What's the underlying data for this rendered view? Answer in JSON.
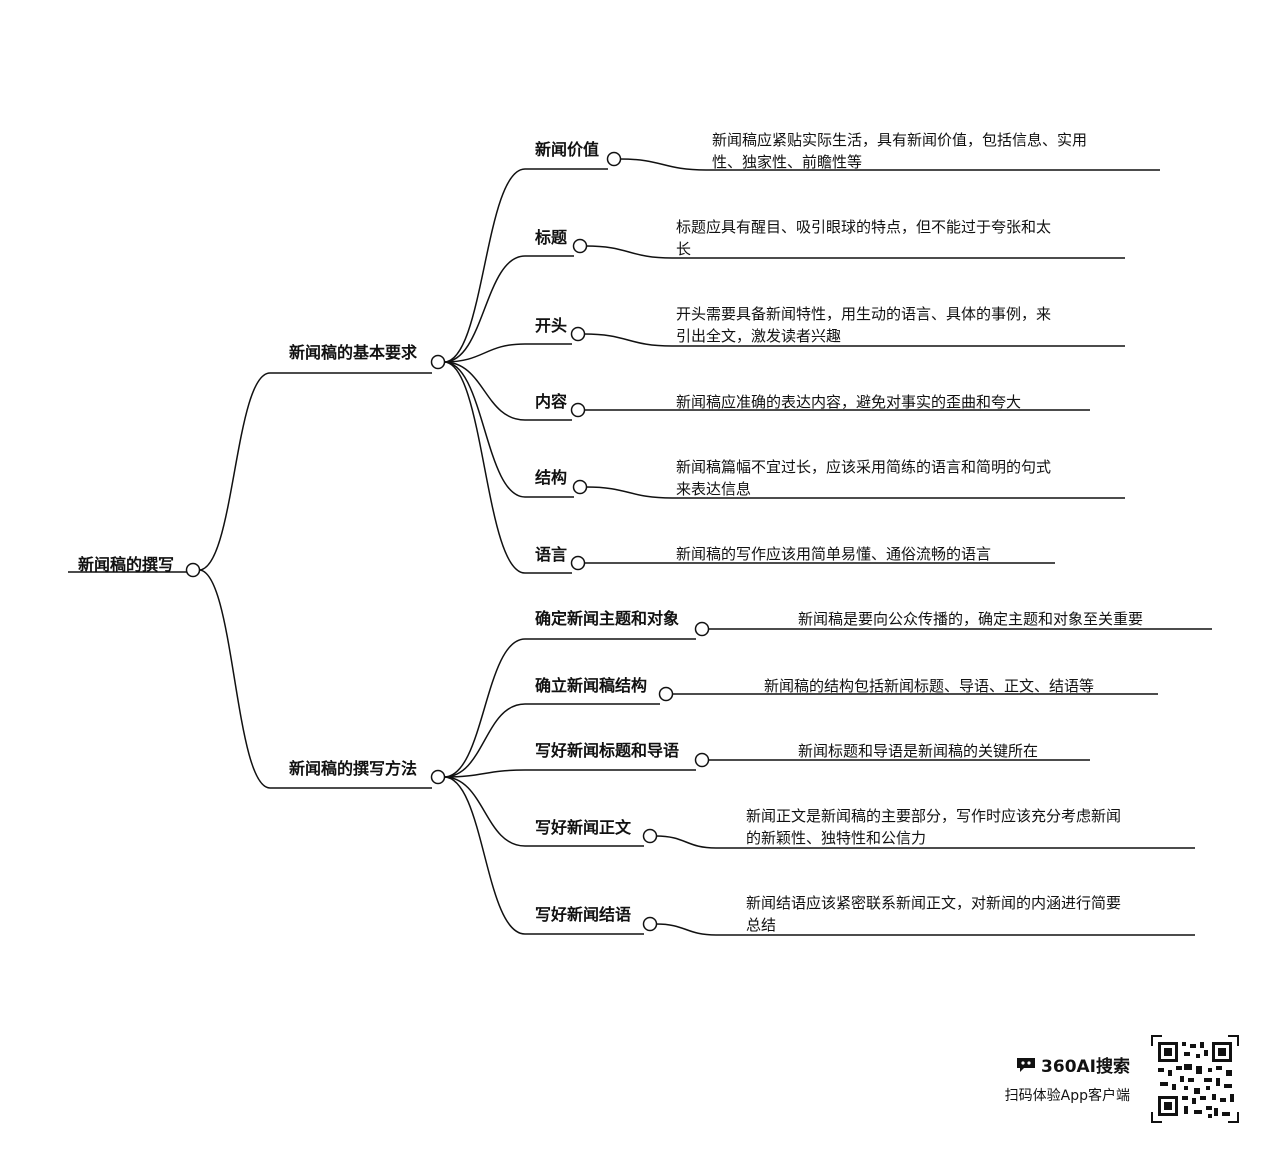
{
  "root": {
    "label": "新闻稿的撰写"
  },
  "branches": [
    {
      "label": "新闻稿的基本要求",
      "children": [
        {
          "label": "新闻价值",
          "lines": [
            "新闻稿应紧贴实际生活，具有新闻价值，包括信息、实用",
            "性、独家性、前瞻性等"
          ]
        },
        {
          "label": "标题",
          "lines": [
            "标题应具有醒目、吸引眼球的特点，但不能过于夸张和太",
            "长"
          ]
        },
        {
          "label": "开头",
          "lines": [
            "开头需要具备新闻特性，用生动的语言、具体的事例，来",
            "引出全文，激发读者兴趣"
          ]
        },
        {
          "label": "内容",
          "lines": [
            "新闻稿应准确的表达内容，避免对事实的歪曲和夸大"
          ]
        },
        {
          "label": "结构",
          "lines": [
            "新闻稿篇幅不宜过长，应该采用简练的语言和简明的句式",
            "来表达信息"
          ]
        },
        {
          "label": "语言",
          "lines": [
            "新闻稿的写作应该用简单易懂、通俗流畅的语言"
          ]
        }
      ]
    },
    {
      "label": "新闻稿的撰写方法",
      "children": [
        {
          "label": "确定新闻主题和对象",
          "lines": [
            "新闻稿是要向公众传播的，确定主题和对象至关重要"
          ]
        },
        {
          "label": "确立新闻稿结构",
          "lines": [
            "新闻稿的结构包括新闻标题、导语、正文、结语等"
          ]
        },
        {
          "label": "写好新闻标题和导语",
          "lines": [
            "新闻标题和导语是新闻稿的关键所在"
          ]
        },
        {
          "label": "写好新闻正文",
          "lines": [
            "新闻正文是新闻稿的主要部分，写作时应该充分考虑新闻",
            "的新颖性、独特性和公信力"
          ]
        },
        {
          "label": "写好新闻结语",
          "lines": [
            "新闻结语应该紧密联系新闻正文，对新闻的内涵进行简要",
            "总结"
          ]
        }
      ]
    }
  ],
  "brand": {
    "name": "360AI搜索",
    "subtitle": "扫码体验App客户端",
    "icon": "chat-bubble-icon"
  },
  "colors": {
    "line": "#111111",
    "node_fill": "#ffffff"
  }
}
